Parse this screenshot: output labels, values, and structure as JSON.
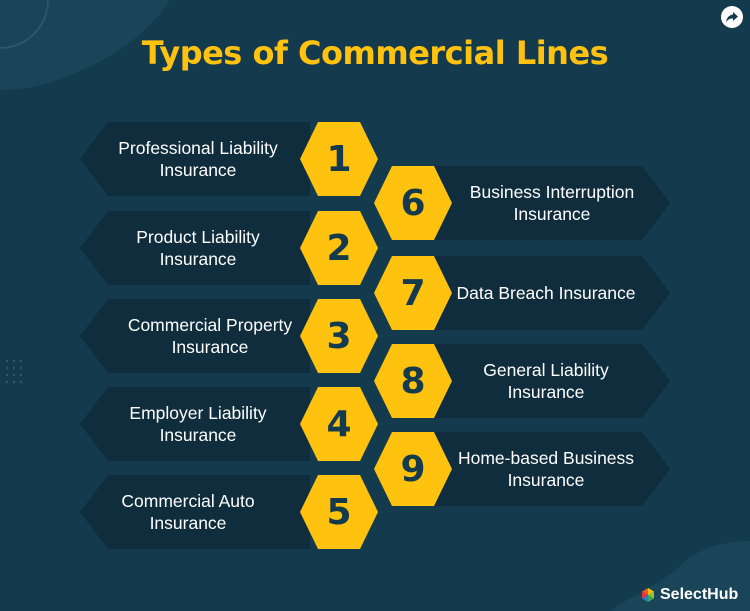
{
  "title": "Types of Commercial Lines",
  "brand": {
    "name": "SelectHub"
  },
  "colors": {
    "background": "#143a4d",
    "card": "#0f2d3c",
    "accent": "#ffc20e",
    "text": "#ffffff"
  },
  "items": [
    {
      "number": "1",
      "label": "Professional Liability Insurance"
    },
    {
      "number": "2",
      "label": "Product Liability Insurance"
    },
    {
      "number": "3",
      "label": "Commercial Property Insurance"
    },
    {
      "number": "4",
      "label": "Employer Liability Insurance"
    },
    {
      "number": "5",
      "label": "Commercial Auto Insurance"
    },
    {
      "number": "6",
      "label": "Business Interruption Insurance"
    },
    {
      "number": "7",
      "label": "Data Breach Insurance"
    },
    {
      "number": "8",
      "label": "General Liability Insurance"
    },
    {
      "number": "9",
      "label": "Home-based Business Insurance"
    }
  ]
}
